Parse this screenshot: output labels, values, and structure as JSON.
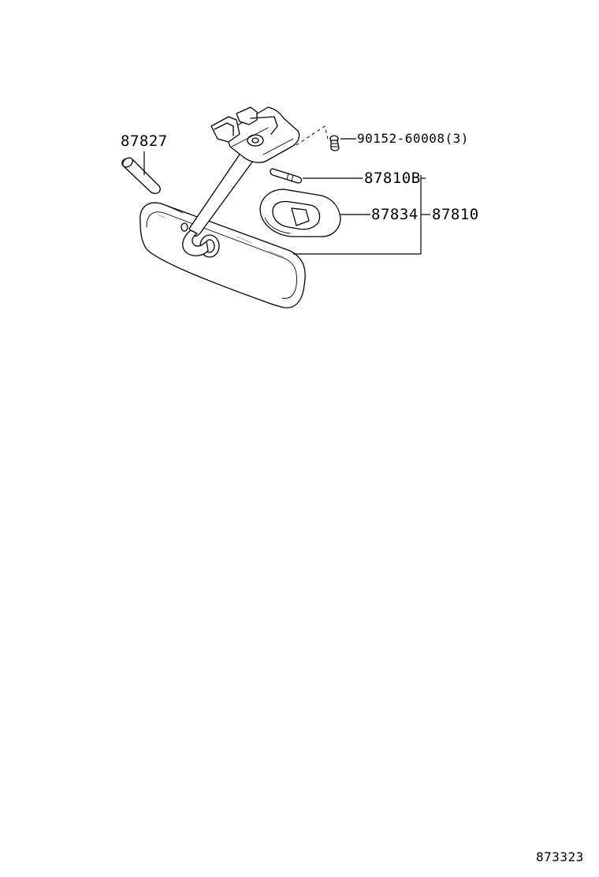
{
  "diagram": {
    "labels": {
      "light_lens": "87827",
      "screw": "90152-60008(3)",
      "bulb": "87810B",
      "lamp_housing": "87834",
      "mirror_assembly": "87810",
      "illustration_code": "873323"
    }
  }
}
